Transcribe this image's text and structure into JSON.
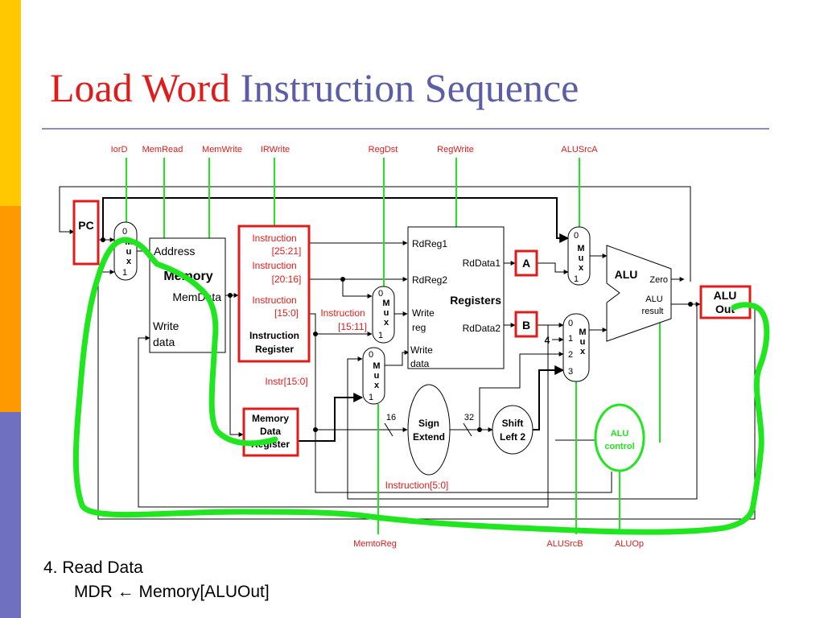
{
  "title": {
    "part1": "Load Word",
    "part2": "Instruction Sequence"
  },
  "colors": {
    "accent_red": "#e01b1b",
    "title_blue": "#5b5ea6",
    "highlight_green": "#1fe61f",
    "stripe_yellow": "#ffc800",
    "stripe_orange": "#ff9900",
    "stripe_purple": "#7070c0"
  },
  "signals": {
    "iord": "IorD",
    "memread": "MemRead",
    "memwrite": "MemWrite",
    "irwrite": "IRWrite",
    "regdst": "RegDst",
    "regwrite": "RegWrite",
    "alusrca": "ALUSrcA",
    "memtoreg": "MemtoReg",
    "alusrcb": "ALUSrcB",
    "aluop": "ALUOp"
  },
  "pc": "PC",
  "mux": {
    "label": [
      "M",
      "u",
      "x"
    ],
    "zero": "0",
    "one": "1",
    "two": "2",
    "three": "3"
  },
  "memory": {
    "address": "Address",
    "name": "Memory",
    "memdata": "MemData",
    "write": "Write",
    "data": "data"
  },
  "ir": {
    "line1": "Instruction",
    "line2": "[25:21]",
    "line3": "Instruction",
    "line4": "[20:16]",
    "line5": "Instruction",
    "line6": "[15:0]",
    "name1": "Instruction",
    "name2": "Register"
  },
  "mdr": {
    "line1": "Memory",
    "line2": "Data",
    "line3": "Register"
  },
  "instr_15_11": {
    "line1": "Instruction",
    "line2": "[15:11]"
  },
  "instr_15_0": "Instr[15:0]",
  "instr_5_0": "Instruction[5:0]",
  "registers": {
    "rdreg1": "RdReg1",
    "rdreg2": "RdReg2",
    "write": "Write",
    "reg": "reg",
    "writedata1": "Write",
    "writedata2": "data",
    "name": "Registers",
    "rddata1": "RdData1",
    "rddata2": "RdData2"
  },
  "reg_a": "A",
  "reg_b": "B",
  "four": "4",
  "sign_extend": {
    "line1": "Sign",
    "line2": "Extend"
  },
  "bits16": "16",
  "bits32": "32",
  "shift_left": {
    "line1": "Shift",
    "line2": "Left 2"
  },
  "alu": {
    "name": "ALU",
    "zero": "Zero",
    "result1": "ALU",
    "result2": "result"
  },
  "aluout": {
    "line1": "ALU",
    "line2": "Out"
  },
  "alu_control": {
    "line1": "ALU",
    "line2": "control"
  },
  "caption": {
    "step": "4. Read Data",
    "action": "MDR ← Memory[ALUOut]"
  }
}
